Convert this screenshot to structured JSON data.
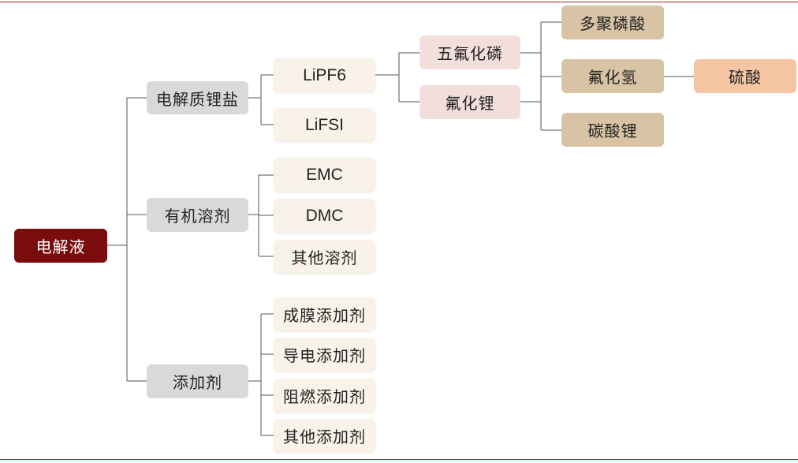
{
  "root": {
    "label": "电解液"
  },
  "categories": {
    "salt": {
      "label": "电解质锂盐"
    },
    "solvent": {
      "label": "有机溶剂"
    },
    "additive": {
      "label": "添加剂"
    }
  },
  "salts": {
    "lipf6": "LiPF6",
    "lifsi": "LiFSI"
  },
  "solvents": {
    "emc": "EMC",
    "dmc": "DMC",
    "other": "其他溶剂"
  },
  "additives": {
    "film": "成膜添加剂",
    "conductive": "导电添加剂",
    "flame": "阻燃添加剂",
    "other": "其他添加剂"
  },
  "decomposition": {
    "pf5": "五氟化磷",
    "lif": "氟化锂"
  },
  "products": {
    "polyphosphoric": "多聚磷酸",
    "hf": "氟化氢",
    "li2co3": "碳酸锂",
    "sulfuric": "硫酸"
  }
}
